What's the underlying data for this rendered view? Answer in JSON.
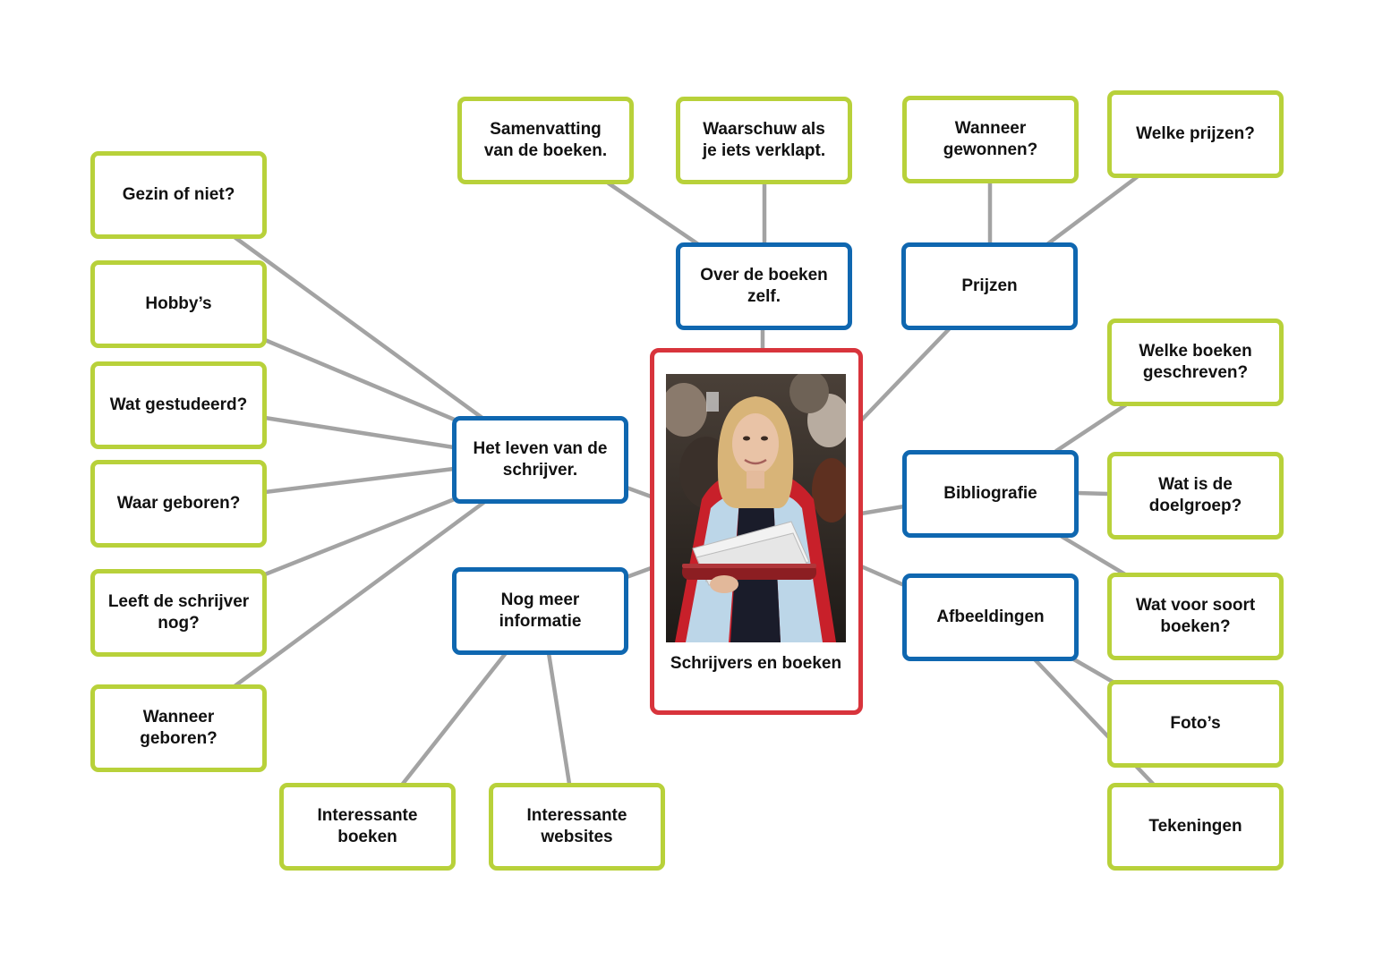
{
  "center": {
    "label": "Schrijvers en boeken"
  },
  "branches": {
    "leven": "Het leven van de\nschrijver.",
    "meer_info": "Nog meer\ninformatie",
    "over_boeken": "Over de boeken\nzelf.",
    "prijzen": "Prijzen",
    "bibliografie": "Bibliografie",
    "afbeeldingen": "Afbeeldingen"
  },
  "leaves": {
    "gezin": "Gezin of niet?",
    "hobbys": "Hobby’s",
    "gestudeerd": "Wat gestudeerd?",
    "waar_geboren": "Waar geboren?",
    "leeft": "Leeft de schrijver\nnog?",
    "wanneer_geboren": "Wanneer\ngeboren?",
    "int_boeken": "Interessante\nboeken",
    "int_websites": "Interessante\nwebsites",
    "samenvatting": "Samenvatting\nvan de boeken.",
    "waarschuw": "Waarschuw als\nje iets verklapt.",
    "wanneer_gewonnen": "Wanneer\ngewonnen?",
    "welke_prijzen": "Welke prijzen?",
    "welke_boeken": "Welke boeken\ngeschreven?",
    "doelgroep": "Wat is de\ndoelgroep?",
    "soort_boeken": "Wat voor soort\nboeken?",
    "fotos": "Foto’s",
    "tekeningen": "Tekeningen"
  },
  "colors": {
    "leaf_border": "#b8d13a",
    "branch_border": "#0f67b0",
    "center_border": "#d8343c",
    "connector": "#a3a3a3"
  }
}
